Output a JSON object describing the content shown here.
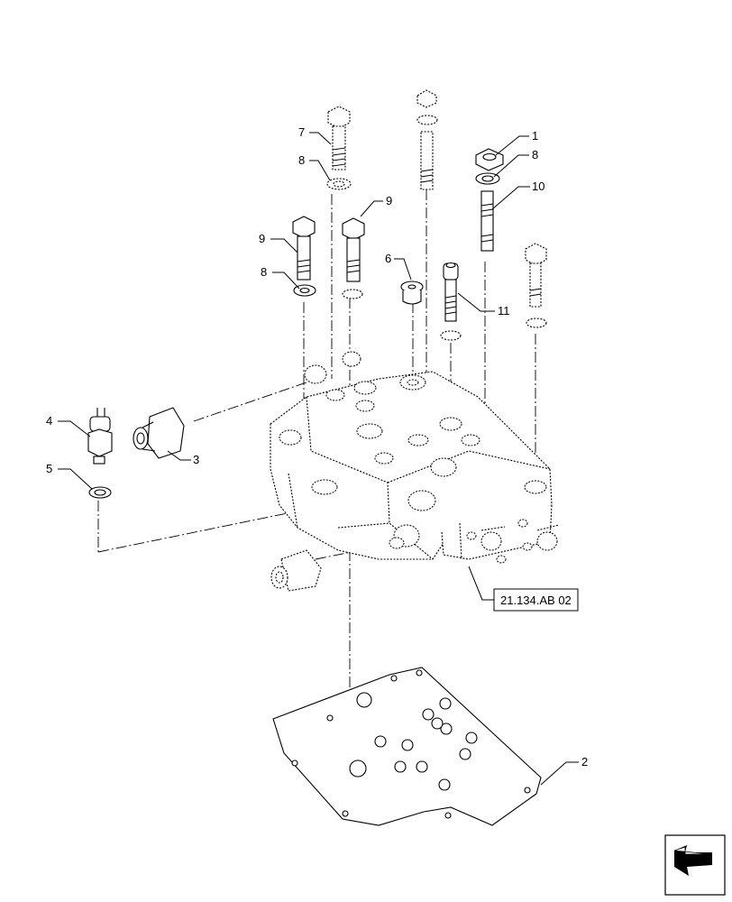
{
  "callouts": {
    "c1": "1",
    "c2": "2",
    "c3": "3",
    "c4": "4",
    "c5": "5",
    "c6": "6",
    "c7": "7",
    "c8a": "8",
    "c8b": "8",
    "c8c": "8",
    "c9a": "9",
    "c9b": "9",
    "c10": "10",
    "c11": "11"
  },
  "reference": {
    "label": "21.134.AB 02"
  },
  "icons": {
    "nav": "arrow-navigation-icon"
  },
  "colors": {
    "line": "#000000",
    "background": "#ffffff"
  }
}
